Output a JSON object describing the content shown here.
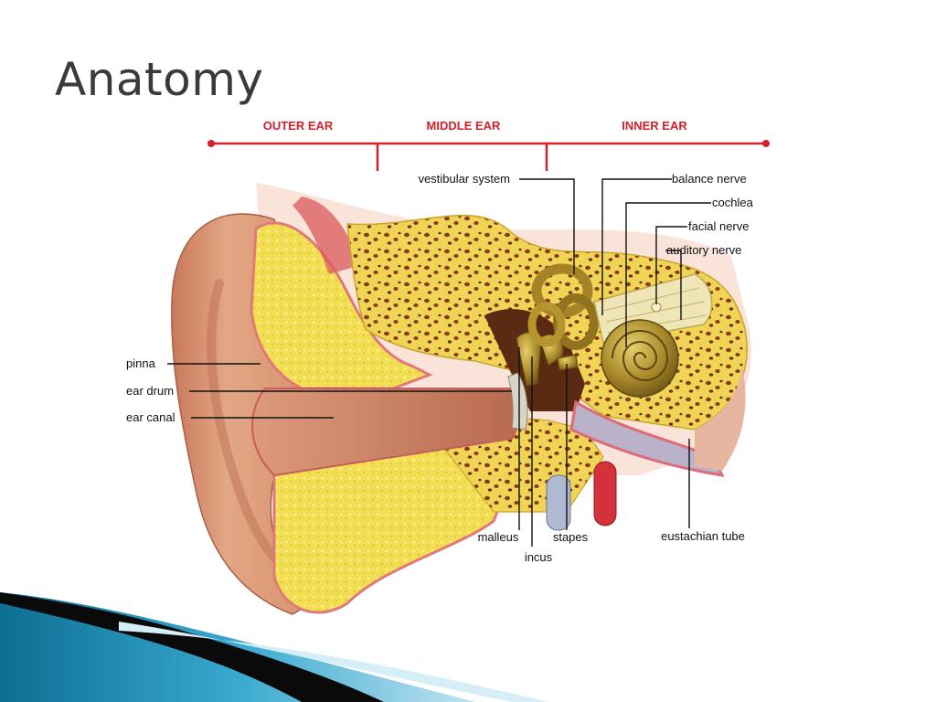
{
  "slide": {
    "title": "Anatomy"
  },
  "regions": {
    "outer": "OUTER EAR",
    "middle": "MIDDLE EAR",
    "inner": "INNER EAR"
  },
  "labels": {
    "vestibular_system": "vestibular system",
    "balance_nerve": "balance nerve",
    "cochlea": "cochlea",
    "facial_nerve": "facial nerve",
    "auditory_nerve": "auditory nerve",
    "pinna": "pinna",
    "ear_drum": "ear drum",
    "ear_canal": "ear canal",
    "malleus": "malleus",
    "incus": "incus",
    "stapes": "stapes",
    "eustachian_tube": "eustachian tube"
  },
  "colors": {
    "title_text": "#3a3a3a",
    "region_red": "#d3212b",
    "bone_yellow": "#f2da4d",
    "skin": "#d99574",
    "ossicle_gold": "#a48427",
    "accent_blue": "#1b8fb8"
  }
}
